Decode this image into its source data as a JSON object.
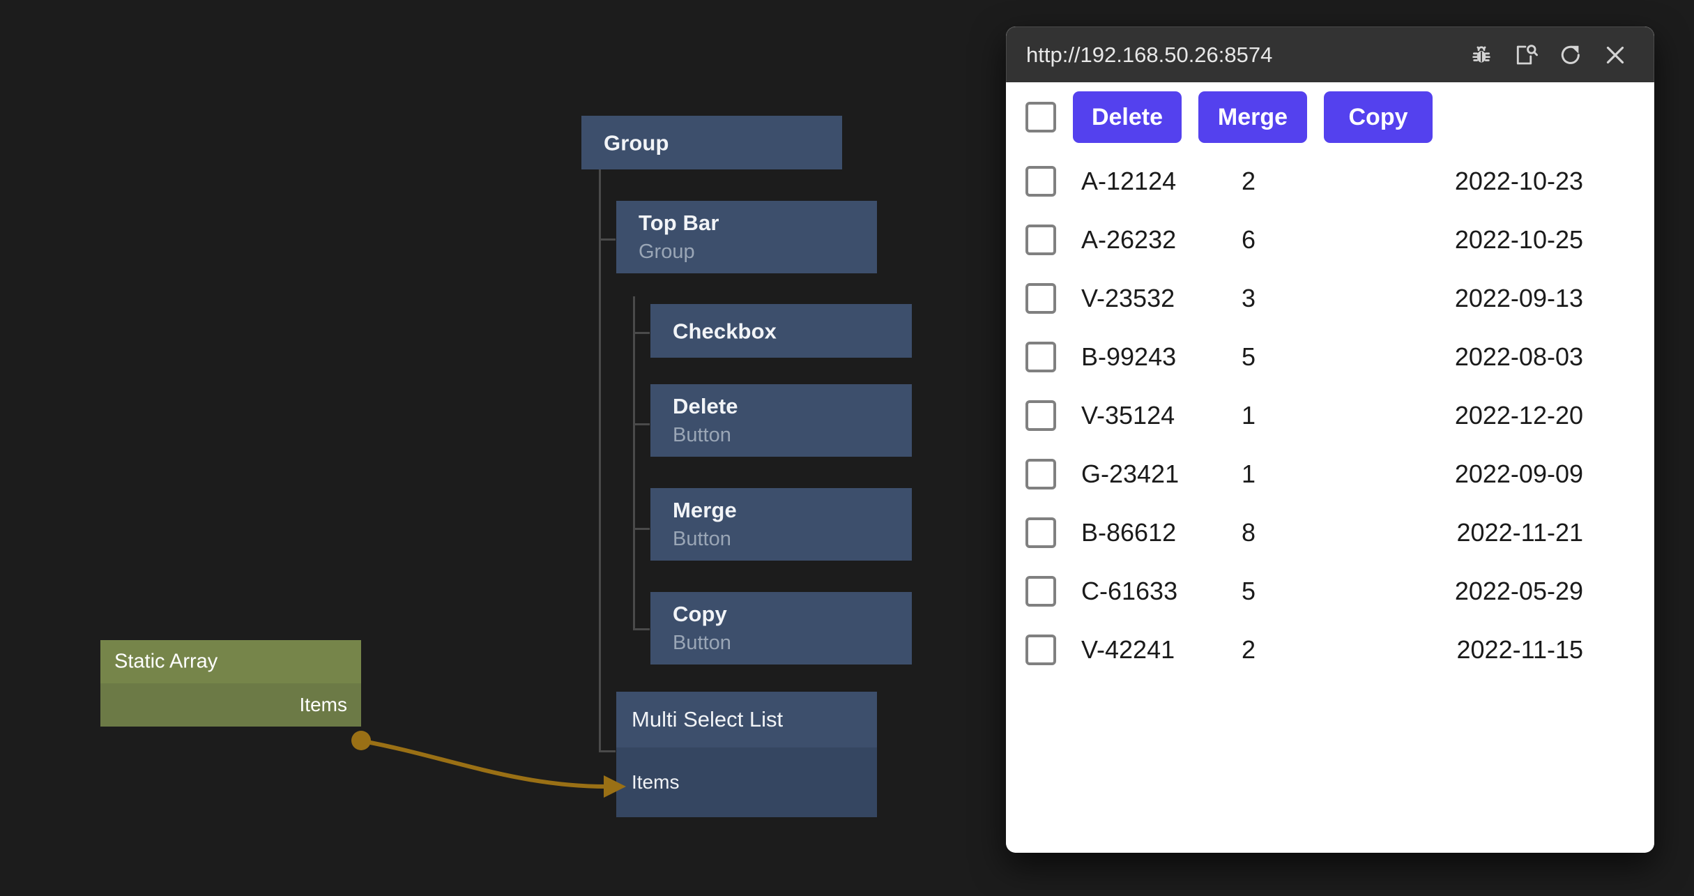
{
  "canvas": {
    "background_color": "#1c1c1c",
    "tree": [
      {
        "title": "Group",
        "subtitle": "",
        "depth": 0
      },
      {
        "title": "Top Bar",
        "subtitle": "Group",
        "depth": 1
      },
      {
        "title": "Checkbox",
        "subtitle": "",
        "depth": 2
      },
      {
        "title": "Delete",
        "subtitle": "Button",
        "depth": 2
      },
      {
        "title": "Merge",
        "subtitle": "Button",
        "depth": 2
      },
      {
        "title": "Copy",
        "subtitle": "Button",
        "depth": 2
      }
    ],
    "multi_select_node": {
      "title": "Multi Select List",
      "port_label": "Items"
    },
    "static_array_node": {
      "title": "Static Array",
      "port_label": "Items"
    },
    "node_color": "#3d4f6c",
    "data_node_color": "#76854a",
    "edge_color": "#9a7015"
  },
  "browser": {
    "url": "http://192.168.50.26:8574",
    "icons": [
      {
        "name": "bug-icon",
        "label": "Debug"
      },
      {
        "name": "inspect-icon",
        "label": "Inspect element"
      },
      {
        "name": "reload-icon",
        "label": "Reload"
      },
      {
        "name": "close-icon",
        "label": "Close"
      }
    ],
    "accent_color": "#5441ee"
  },
  "app": {
    "toolbar": {
      "select_all_checkbox": "",
      "buttons": [
        {
          "label": "Delete"
        },
        {
          "label": "Merge"
        },
        {
          "label": "Copy"
        }
      ]
    },
    "rows": [
      {
        "id": "A-12124",
        "qty": "2",
        "date": "2022-10-23"
      },
      {
        "id": "A-26232",
        "qty": "6",
        "date": "2022-10-25"
      },
      {
        "id": "V-23532",
        "qty": "3",
        "date": "2022-09-13"
      },
      {
        "id": "B-99243",
        "qty": "5",
        "date": "2022-08-03"
      },
      {
        "id": "V-35124",
        "qty": "1",
        "date": "2022-12-20"
      },
      {
        "id": "G-23421",
        "qty": "1",
        "date": "2022-09-09"
      },
      {
        "id": "B-86612",
        "qty": "8",
        "date": "2022-11-21"
      },
      {
        "id": "C-61633",
        "qty": "5",
        "date": "2022-05-29"
      },
      {
        "id": "V-42241",
        "qty": "2",
        "date": "2022-11-15"
      }
    ]
  }
}
